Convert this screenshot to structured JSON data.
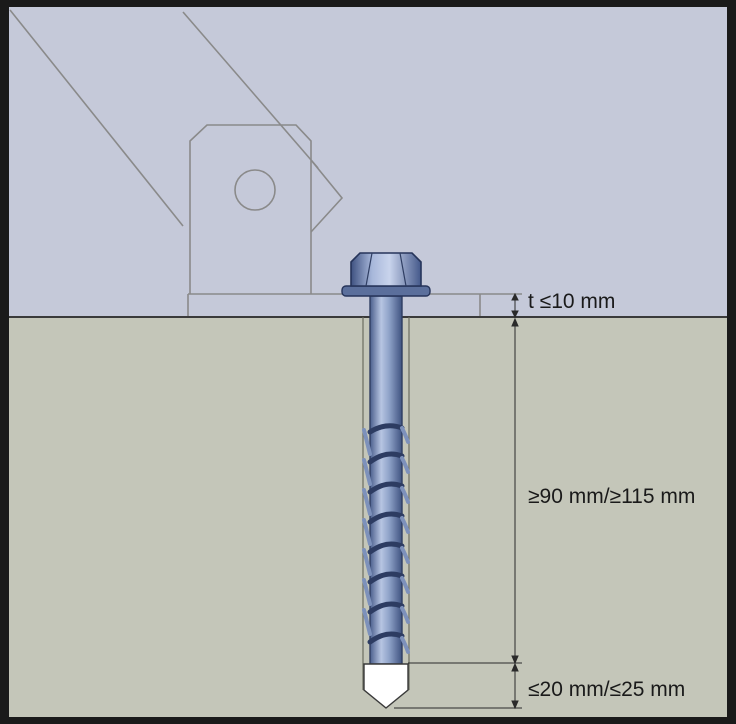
{
  "dimensions": {
    "fixture_thickness": "t ≤10 mm",
    "embedment_depth": "≥90 mm/≥115 mm",
    "tip_length": "≤20 mm/≤25 mm"
  },
  "colors": {
    "frame": "#1a1a1a",
    "bracket_zone": "#c5c9d9",
    "concrete": "#c4c6b9",
    "bracket_line": "#8a8a8a",
    "concrete_line": "#3a3a3a",
    "screw_body": "#8c9fc5",
    "screw_dark": "#3b4d78",
    "screw_tip": "#ffffff"
  }
}
